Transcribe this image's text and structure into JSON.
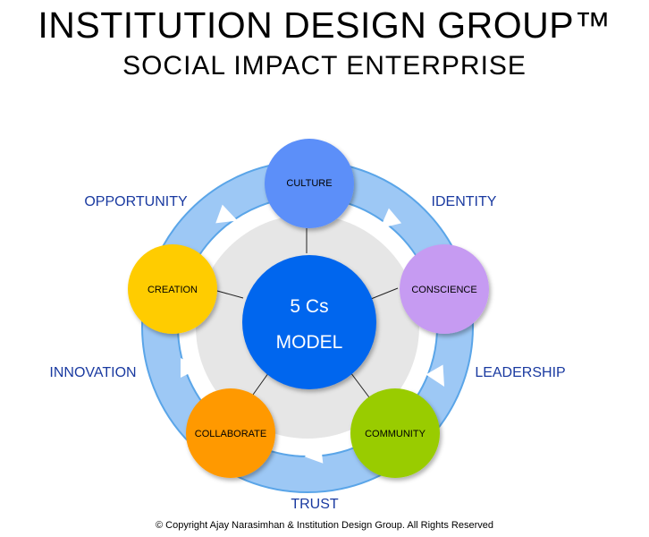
{
  "header": {
    "title": "INSTITUTION DESIGN GROUP™",
    "subtitle": "SOCIAL IMPACT ENTERPRISE"
  },
  "center": {
    "line1": "5 Cs",
    "line2": "MODEL",
    "color": "#0066ee"
  },
  "nodes": [
    {
      "label": "CULTURE",
      "color": "#5b8ff9"
    },
    {
      "label": "CONSCIENCE",
      "color": "#c69bf2"
    },
    {
      "label": "COMMUNITY",
      "color": "#99cc00"
    },
    {
      "label": "COLLABORATE",
      "color": "#ff9900"
    },
    {
      "label": "CREATION",
      "color": "#ffcc00"
    }
  ],
  "values": [
    {
      "label": "IDENTITY"
    },
    {
      "label": "LEADERSHIP"
    },
    {
      "label": "TRUST"
    },
    {
      "label": "INNOVATION"
    },
    {
      "label": "OPPORTUNITY"
    }
  ],
  "colors": {
    "ring": "#9dc8f5",
    "ring_border": "#5aa5e8",
    "inner_ring": "#e6e6e6",
    "value_text": "#1a3aa0"
  },
  "footer": {
    "copyright": "© Copyright Ajay Narasimhan & Institution Design Group. All Rights Reserved"
  }
}
